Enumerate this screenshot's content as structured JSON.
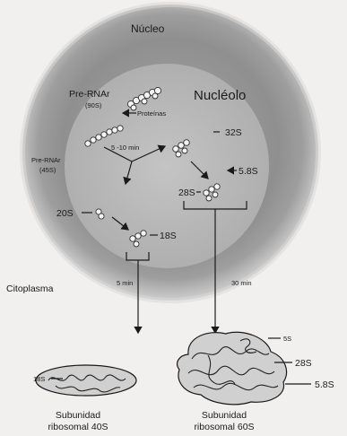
{
  "labels": {
    "nucleus": "Núcleo",
    "nucleolus": "Nucléolo",
    "cytoplasm": "Citoplasma",
    "pre_rnar_top": "Pre-RNAr",
    "pre_rnar_top_size": "(90S)",
    "proteins": "Proteínas",
    "time_5_10": "5 -10 min",
    "pre_rnar_left": "Pre-RNAr",
    "pre_rnar_left_size": "(45S)",
    "s32": "32S",
    "s58_nucleolus": "5.8S",
    "s28_nucleolus": "28S",
    "s20": "20S",
    "s18_nucleolus": "18S",
    "time_5": "5 min",
    "time_30": "30 min",
    "s18_subunit": "18S",
    "s5": "5S",
    "s28_subunit": "28S",
    "s58_subunit": "5.8S",
    "subunit_40_line1": "Subunidad",
    "subunit_40_line2": "ribosomal 40S",
    "subunit_60_line1": "Subunidad",
    "subunit_60_line2": "ribosomal 60S"
  },
  "colors": {
    "background": "#f1f0ee",
    "nucleus_outer": "#b9b9b9",
    "nucleus_mid": "#8f8f8f",
    "nucleolus_fill": "#b6b6b6",
    "subunit_fill": "#d0d0d0",
    "ink": "#1a1a1a"
  }
}
